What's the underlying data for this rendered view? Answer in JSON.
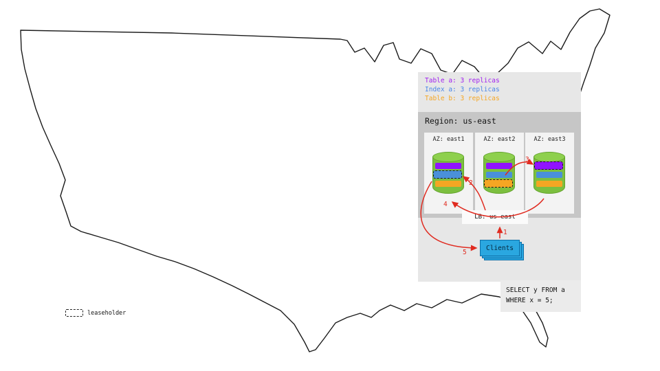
{
  "legend": {
    "items": [
      {
        "label": "Table a: 3 replicas",
        "color": "#a020f0"
      },
      {
        "label": "Index a: 3 replicas",
        "color": "#4a86e8"
      },
      {
        "label": "Table b: 3 replicas",
        "color": "#f5a623"
      }
    ]
  },
  "region": {
    "title": "Region: us-east",
    "azs": [
      {
        "label": "AZ: east1",
        "leaseholder_band": "index-a"
      },
      {
        "label": "AZ: east2",
        "leaseholder_band": "table-b"
      },
      {
        "label": "AZ: east3",
        "leaseholder_band": "table-a"
      }
    ]
  },
  "lb": {
    "label": "LB: us-east"
  },
  "clients": {
    "label": "Clients"
  },
  "sql": {
    "line1": "SELECT y FROM a",
    "line2": "WHERE x = 5;"
  },
  "flow": {
    "n1": "1",
    "n2": "2",
    "n3": "3",
    "n4": "4",
    "n5": "5"
  },
  "leaseholder_legend": {
    "label": "leaseholder"
  },
  "colors": {
    "arrow_red": "#e02b20",
    "table_a_purple": "#9013fe",
    "index_a_blue": "#4a90d9",
    "table_b_orange": "#f5a623",
    "cylinder_green": "#7cbf3f",
    "clients_blue": "#2aa7e0",
    "panel_gray": "#e7e7e7",
    "region_gray": "#c6c6c6"
  }
}
